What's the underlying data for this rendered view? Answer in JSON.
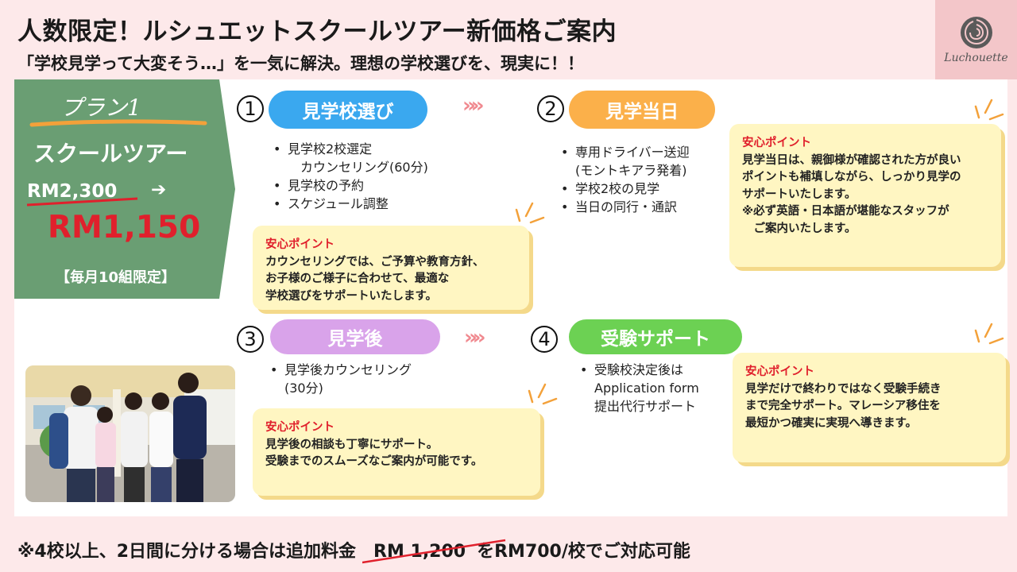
{
  "header": {
    "title": "人数限定！ルシュエットスクールツアー新価格ご案内",
    "subtitle": "「学校見学って大変そう…」を一気に解決。理想の学校選びを、現実に！！",
    "logo_text": "Luchouette"
  },
  "plan": {
    "label": "プラン1",
    "name": "スクールツアー",
    "old_price": "RM2,300",
    "arrow": "➔",
    "new_price": "RM1,150",
    "limit": "【毎月10組限定】",
    "bg_color": "#6a9e73",
    "price_color": "#e0202c"
  },
  "steps": [
    {
      "number": "1",
      "title": "見学校選び",
      "color": "#3aa8ef",
      "items": [
        "見学校2校選定",
        "　カウンセリング(60分)",
        "見学校の予約",
        "スケジュール調整"
      ],
      "bullets": [
        true,
        false,
        true,
        true
      ],
      "tip_title": "安心ポイント",
      "tip_lines": [
        "カウンセリングでは、ご予算や教育方針、",
        "お子様のご様子に合わせて、最適な",
        "学校選びをサポートいたします。"
      ]
    },
    {
      "number": "2",
      "title": "見学当日",
      "color": "#fbb04a",
      "items": [
        "専用ドライバー送迎",
        "(モントキアラ発着)",
        "学校2校の見学",
        "当日の同行・通訳"
      ],
      "bullets": [
        true,
        false,
        true,
        true
      ],
      "tip_title": "安心ポイント",
      "tip_lines": [
        "見学当日は、親御様が確認された方が良い",
        "ポイントも補填しながら、しっかり見学の",
        "サポートいたします。",
        "※必ず英語・日本語が堪能なスタッフが",
        "　ご案内いたします。"
      ]
    },
    {
      "number": "3",
      "title": "見学後",
      "color": "#d9a3ea",
      "items": [
        "見学後カウンセリング",
        "(30分)"
      ],
      "bullets": [
        true,
        false
      ],
      "tip_title": "安心ポイント",
      "tip_lines": [
        "見学後の相談も丁寧にサポート。",
        "受験までのスムーズなご案内が可能です。"
      ]
    },
    {
      "number": "4",
      "title": "受験サポート",
      "color": "#6cd153",
      "items": [
        "受験校決定後は",
        "Application form",
        "提出代行サポート"
      ],
      "bullets": [
        true,
        false,
        false
      ],
      "tip_title": "安心ポイント",
      "tip_lines": [
        "見学だけで終わりではなく受験手続き",
        "まで完全サポート。マレーシア移住を",
        "最短かつ確実に実現へ導きます。"
      ]
    }
  ],
  "arrows": "»",
  "footer": {
    "prefix": "※4校以上、2日間に分ける場合は追加料金",
    "old_price": "RM 1,200",
    "suffix": "をRM700/校でご対応可能"
  }
}
